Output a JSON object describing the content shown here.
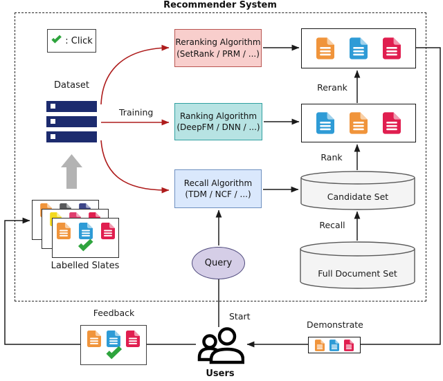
{
  "title": "Recommender System",
  "legend": {
    "label": ": Click"
  },
  "colors": {
    "doc_orange": "#F0943B",
    "doc_blue": "#2E9BD6",
    "doc_red": "#E01E4F",
    "doc_yellow": "#F3D91F",
    "doc_gray": "#58595B",
    "doc_navy": "#3C4487",
    "doc_pink": "#DF3E6E",
    "check_green": "#2EA43D",
    "arrow_red": "#AE1C1C",
    "line_black": "#1A1A1A",
    "dataset_navy": "#1C2B6E",
    "gray_arrow": "#B3B3B3",
    "cylinder_fill": "#F4F4F4",
    "cylinder_border": "#595959"
  },
  "dataset": {
    "label": "Dataset"
  },
  "training_label": "Training",
  "algorithms": {
    "reranking": {
      "line1": "Reranking Algorithm",
      "line2": "(SetRank / PRM / ...)",
      "fill": "#F8CECC",
      "border": "#B85450"
    },
    "ranking": {
      "line1": "Ranking Algorithm",
      "line2": "(DeepFM / DNN / ...)",
      "fill": "#B7E3E3",
      "border": "#2FA0A0"
    },
    "recall": {
      "line1": "Recall Algorithm",
      "line2": "(TDM / NCF / ...)",
      "fill": "#DAE8FC",
      "border": "#6C8EBF"
    }
  },
  "query": {
    "label": "Query",
    "fill": "#D5CEE7",
    "border": "#4F4A7D"
  },
  "outputs": {
    "reranked_docs": [
      "doc_orange",
      "doc_blue",
      "doc_red"
    ],
    "ranked_docs": [
      "doc_blue",
      "doc_orange",
      "doc_red"
    ]
  },
  "flow": {
    "rerank": "Rerank",
    "rank": "Rank",
    "recall": "Recall",
    "start": "Start",
    "feedback": "Feedback",
    "demonstrate": "Demonstrate"
  },
  "cylinders": {
    "candidate_set": "Candidate Set",
    "full_document_set": "Full Document Set"
  },
  "labelled_slates": {
    "label": "Labelled Slates",
    "back_docs": [
      "doc_orange",
      "doc_gray",
      "doc_navy"
    ],
    "middle_docs": [
      "doc_yellow",
      "doc_pink",
      "doc_red"
    ],
    "front_docs": [
      "doc_orange",
      "doc_blue",
      "doc_red"
    ]
  },
  "feedback_box": {
    "docs": [
      "doc_orange",
      "doc_blue",
      "doc_red"
    ]
  },
  "demonstrate_box": {
    "docs": [
      "doc_orange",
      "doc_blue",
      "doc_red"
    ]
  },
  "users": {
    "label": "Users"
  }
}
